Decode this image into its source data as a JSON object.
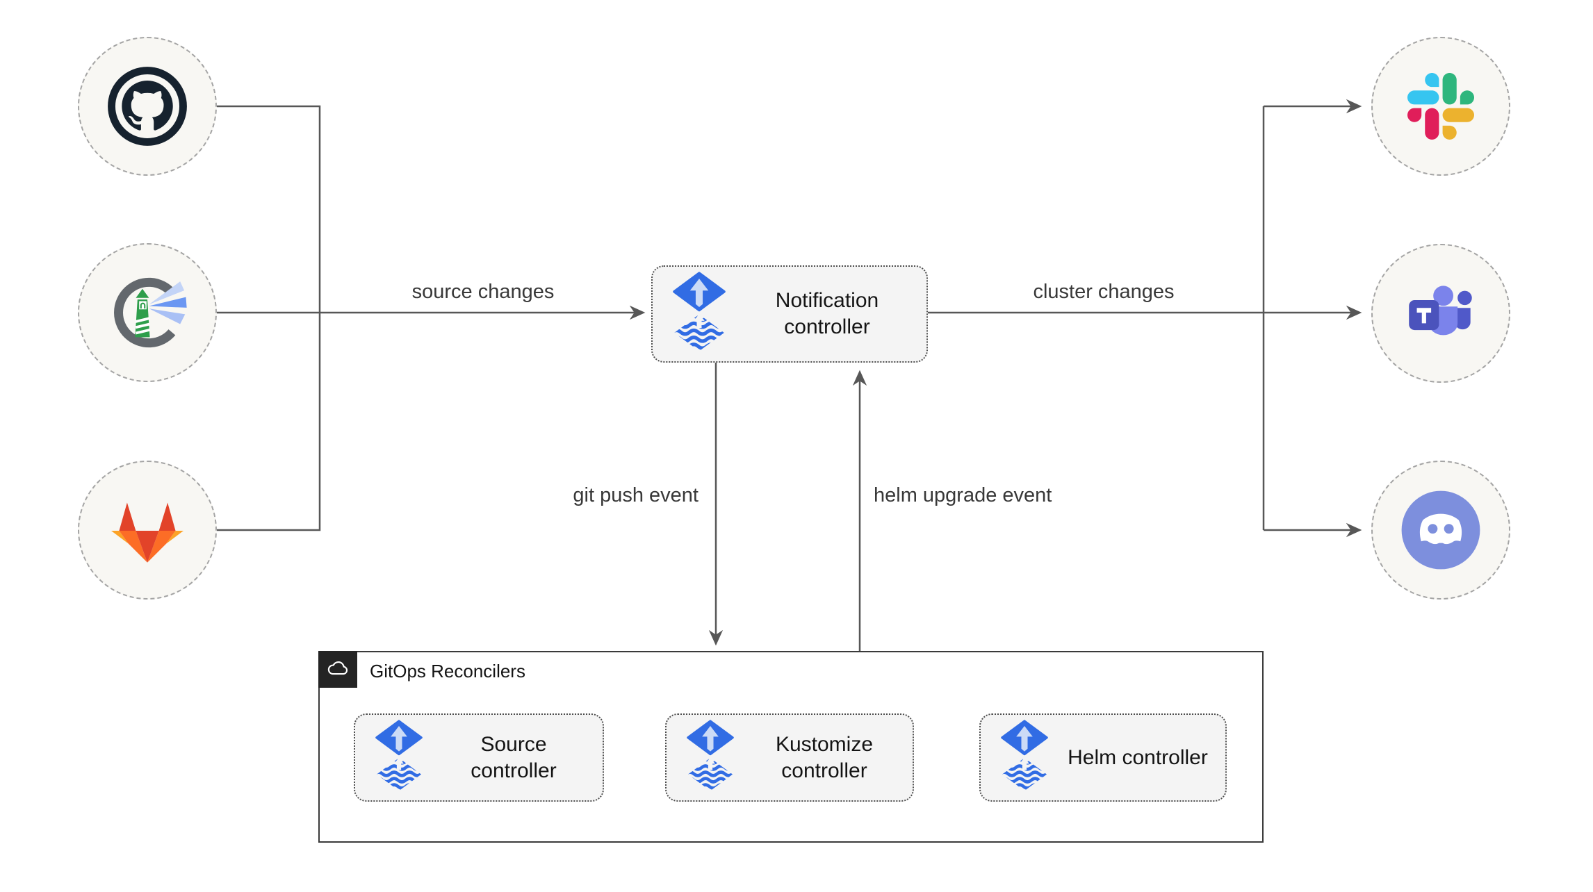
{
  "diagram": {
    "sources": [
      {
        "icon": "github"
      },
      {
        "icon": "harbor"
      },
      {
        "icon": "gitlab"
      }
    ],
    "notification": {
      "label": "Notification controller"
    },
    "edges": {
      "source_changes": "source changes",
      "cluster_changes": "cluster changes",
      "git_push_event": "git push event",
      "helm_upgrade_event": "helm upgrade event"
    },
    "gitops": {
      "title": "GitOps Reconcilers",
      "controllers": [
        {
          "label": "Source controller"
        },
        {
          "label": "Kustomize controller"
        },
        {
          "label": "Helm controller"
        }
      ]
    },
    "targets": [
      {
        "icon": "slack"
      },
      {
        "icon": "microsoft-teams"
      },
      {
        "icon": "discord"
      }
    ],
    "colors": {
      "connector_line": "#575757",
      "flux_blue": "#316ce4",
      "flux_arrow_pale": "#ccdbf6",
      "node_fill": "#f8f7f3",
      "box_fill": "#f4f4f4",
      "github_dark": "#16222e",
      "harbor_green": "#2e9e4b",
      "harbor_ring_gray": "#63686d",
      "gitlab_red": "#e24329",
      "gitlab_orange": "#fc6d26",
      "gitlab_light_orange": "#fca326",
      "slack_blue": "#36c5f0",
      "slack_green": "#2eb67d",
      "slack_red": "#e01e5a",
      "slack_yellow": "#ecb22e",
      "teams_purple_dark": "#4b53bc",
      "teams_purple_mid": "#5059c9",
      "teams_purple_light": "#7b83eb",
      "discord_blurple": "#7d8fdd",
      "badge_black": "#242424"
    }
  }
}
